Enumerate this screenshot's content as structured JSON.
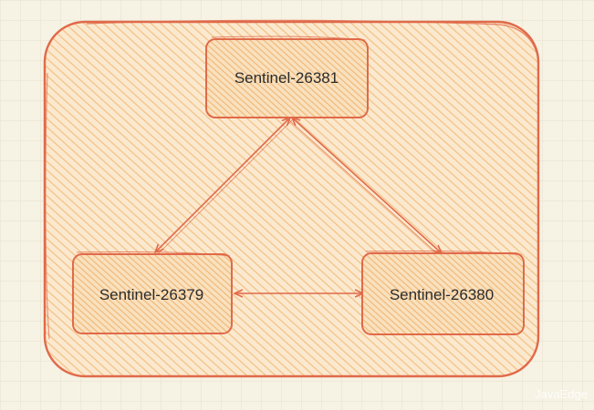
{
  "nodes": {
    "top": {
      "label": "Sentinel-26381"
    },
    "left": {
      "label": "Sentinel-26379"
    },
    "right": {
      "label": "Sentinel-26380"
    }
  },
  "edges": [
    {
      "from": "top",
      "to": "left",
      "bidirectional": true
    },
    {
      "from": "top",
      "to": "right",
      "bidirectional": true
    },
    {
      "from": "left",
      "to": "right",
      "bidirectional": true
    }
  ],
  "watermark": "JavaEdge",
  "colors": {
    "background": "#f6f2e4",
    "grid": "#e6e0cc",
    "stroke": "#e06a4a",
    "hatch": "#f2c38a",
    "fill": "#fbe9cf",
    "text": "#2b2b2b"
  }
}
